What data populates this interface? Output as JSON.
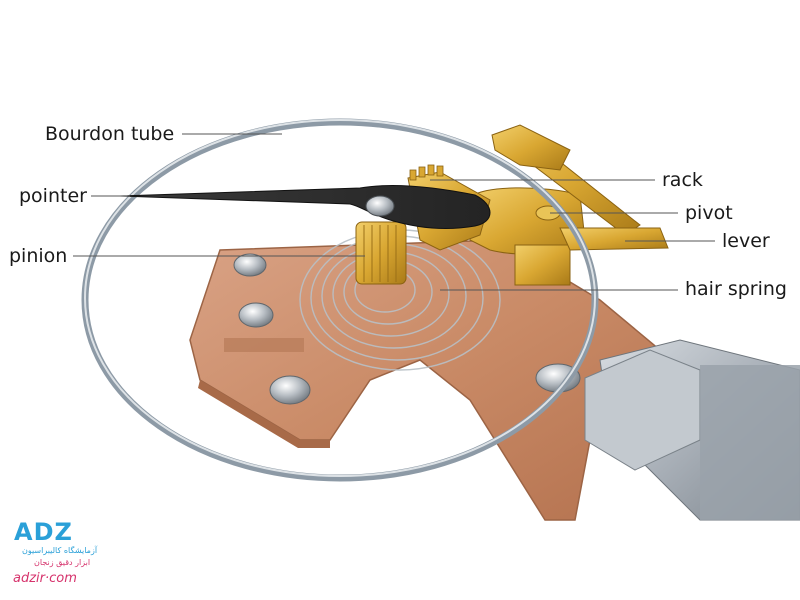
{
  "labels": {
    "bourdon_tube": "Bourdon tube",
    "pointer": "pointer",
    "pinion": "pinion",
    "rack": "rack",
    "pivot": "pivot",
    "lever": "lever",
    "hair_spring": "hair spring"
  },
  "logo": {
    "mark": "ADZ",
    "line1": "آزمایشگاه کالیبراسیون",
    "line2": "ابزار دقیق زنجان",
    "url": "adzir·com"
  },
  "colors": {
    "copper": "#c98a66",
    "brass": "#d9a732",
    "steel": "#a9b0b8",
    "tube": "#8d9aa6",
    "pointer": "#2e2e2e",
    "leader": "#555555",
    "logo_blue": "#2aa0d8",
    "logo_pink": "#d6336c"
  }
}
